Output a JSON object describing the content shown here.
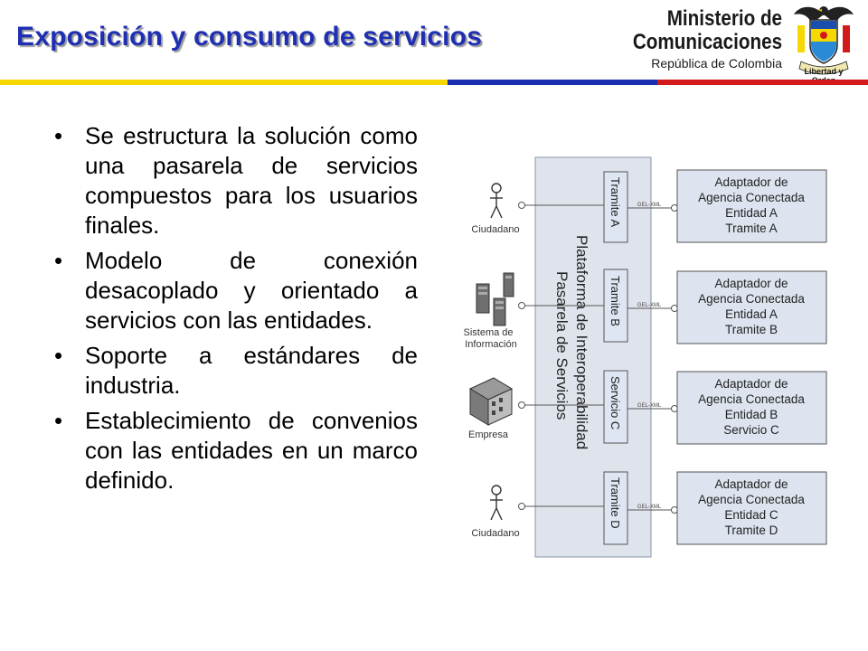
{
  "header": {
    "title": "Exposición y consumo de servicios",
    "ministry_line1": "Ministerio de",
    "ministry_line2": "Comunicaciones",
    "ministry_line3": "República de Colombia",
    "motto": "Libertad y Orden"
  },
  "flag_colors": [
    "#f5d800",
    "#1a2fb0",
    "#d31a1a"
  ],
  "accent_color": "#1f2fb3",
  "bullets": [
    "Se estructura la solución como una pasarela de servicios compuestos para los usuarios finales.",
    "Modelo de conexión desacoplado y orientado a servicios con las entidades.",
    "Soporte a estándares de industria.",
    "Establecimiento de convenios con las entidades en un marco definido."
  ],
  "diagram": {
    "platform_line1": "Plataforma de Interoperabilidad",
    "platform_line2": "Pasarela de Servicios",
    "actors": [
      {
        "label_lines": [
          "Ciudadano"
        ],
        "icon": "person-icon"
      },
      {
        "label_lines": [
          "Sistema de",
          "Información"
        ],
        "icon": "server-icon"
      },
      {
        "label_lines": [
          "Empresa"
        ],
        "icon": "building-icon"
      },
      {
        "label_lines": [
          "Ciudadano"
        ],
        "icon": "person-icon"
      }
    ],
    "services": [
      "Tramite A",
      "Tramite B",
      "Servicio C",
      "Tramite D"
    ],
    "connector_label": "GEL-XML",
    "adapters": [
      [
        "Adaptador de",
        "Agencia Conectada",
        "Entidad A",
        "Tramite A"
      ],
      [
        "Adaptador de",
        "Agencia Conectada",
        "Entidad A",
        "Tramite B"
      ],
      [
        "Adaptador de",
        "Agencia Conectada",
        "Entidad B",
        "Servicio C"
      ],
      [
        "Adaptador de",
        "Agencia Conectada",
        "Entidad C",
        "Tramite D"
      ]
    ]
  }
}
